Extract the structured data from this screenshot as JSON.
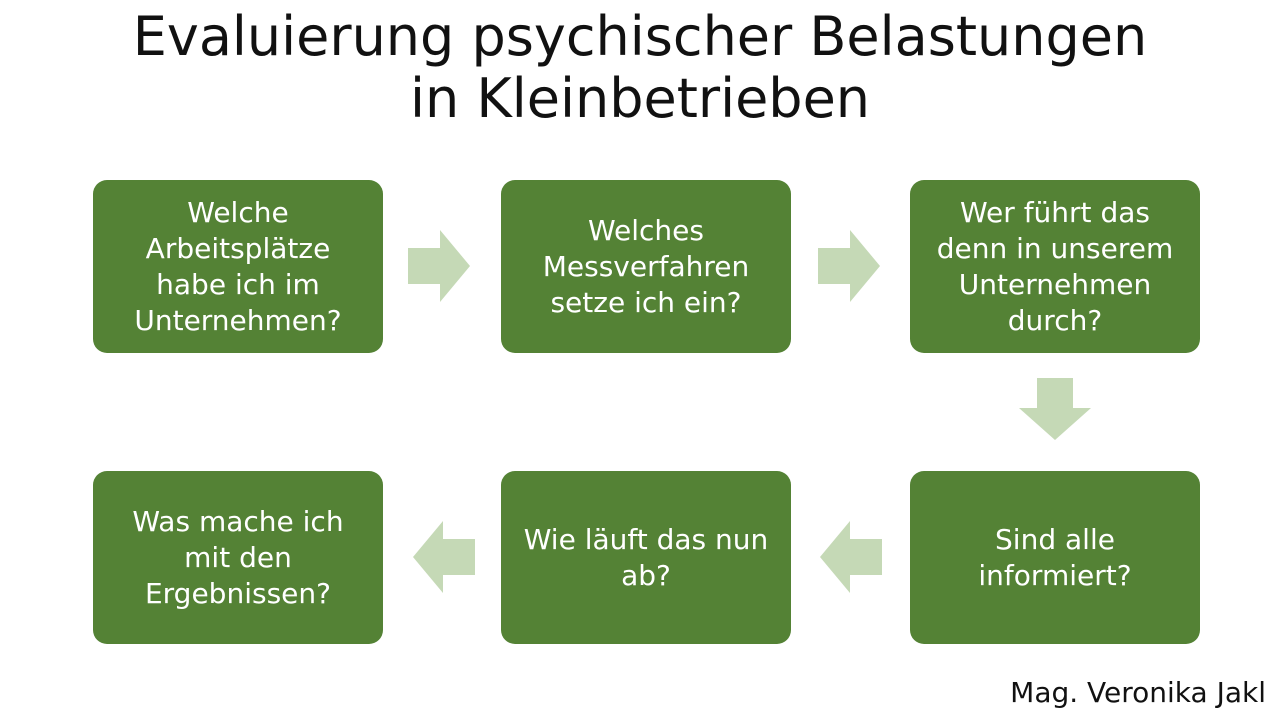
{
  "title": {
    "line1": "Evaluierung psychischer Belastungen",
    "line2": "in Kleinbetrieben"
  },
  "steps": [
    {
      "label": "Welche\nArbeitsplätze\nhabe ich im\nUnternehmen?"
    },
    {
      "label": "Welches\nMessverfahren\nsetze ich ein?"
    },
    {
      "label": "Wer führt das\ndenn in unserem\nUnternehmen\ndurch?"
    },
    {
      "label": "Sind alle\ninformiert?"
    },
    {
      "label": "Wie läuft das nun\nab?"
    },
    {
      "label": "Was mache ich\nmit den\nErgebnissen?"
    }
  ],
  "colors": {
    "box": "#548235",
    "arrow": "#C5D9B6",
    "box_text": "#FFFFFF"
  },
  "arrows": [
    {
      "icon": "arrow-right-icon"
    },
    {
      "icon": "arrow-right-icon"
    },
    {
      "icon": "arrow-down-icon"
    },
    {
      "icon": "arrow-left-icon"
    },
    {
      "icon": "arrow-left-icon"
    }
  ],
  "footer": {
    "author": "Mag. Veronika Jakl"
  }
}
